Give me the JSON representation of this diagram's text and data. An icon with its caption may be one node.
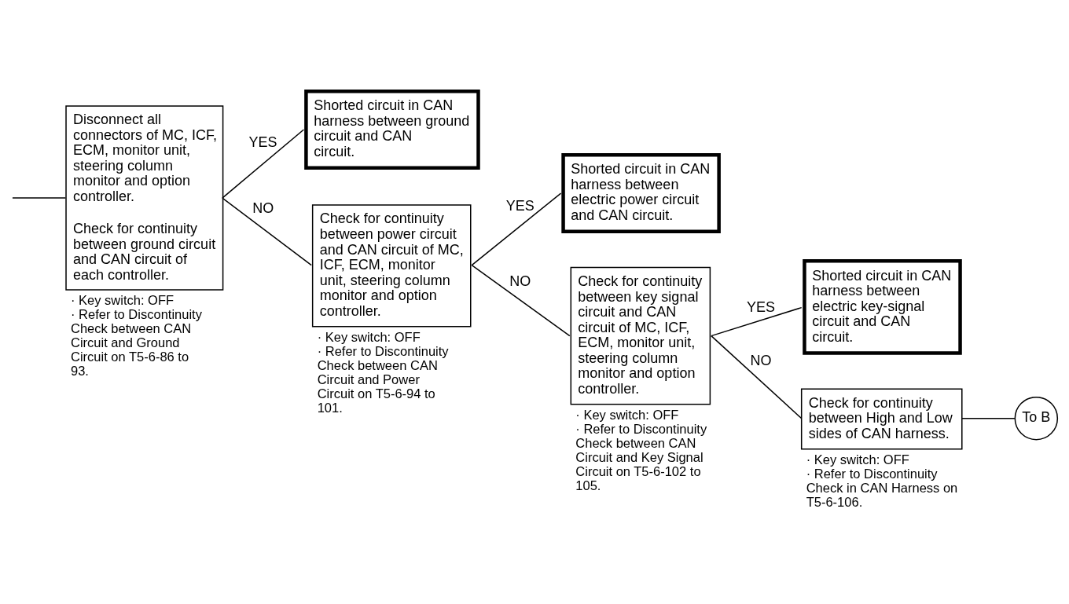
{
  "diagram": {
    "nodes": [
      {
        "text": [
          "Disconnect all connectors of MC, ICF, ECM, monitor unit, steering column monitor and option controller.",
          "Check for continuity between ground circuit and CAN circuit of each controller."
        ],
        "beside": [
          "· Key switch: OFF",
          "· Refer to Discontinuity Check between CAN Circuit and Ground Circuit on T5-6-86 to 93."
        ]
      },
      {
        "text": [
          "Shorted circuit in CAN harness between ground circuit and CAN circuit."
        ]
      },
      {
        "text": [
          "Check for continuity between power circuit and CAN circuit of MC, ICF, ECM, monitor unit, steering column monitor and option controller."
        ],
        "beside": [
          "· Key switch: OFF",
          "· Refer to Discontinuity Check between CAN Circuit and Power Circuit on T5-6-94 to 101."
        ]
      },
      {
        "text": [
          "Shorted circuit in CAN harness between electric power circuit and CAN circuit."
        ]
      },
      {
        "text": [
          "Check for continuity between key signal circuit and CAN circuit of MC, ICF, ECM, monitor unit, steering column monitor and option controller."
        ],
        "beside": [
          "· Key switch: OFF",
          "· Refer to Discontinuity Check between CAN Circuit and Key Signal Circuit on T5-6-102 to 105."
        ]
      },
      {
        "text": [
          "Shorted circuit in CAN harness between electric key-signal circuit and CAN circuit."
        ]
      },
      {
        "text": [
          "Check for continuity between High and Low sides of CAN harness."
        ],
        "beside": [
          "· Key switch: OFF",
          "· Refer to Discontinuity Check in CAN Harness on T5-6-106."
        ]
      },
      {
        "text": [
          "To B"
        ]
      }
    ],
    "edges": [
      {
        "from": null,
        "to": 0,
        "arrow": "none"
      },
      {
        "from": 0,
        "to": 1,
        "arrow": "none",
        "label": "YES"
      },
      {
        "from": 0,
        "to": 2,
        "arrow": "none",
        "label": "NO"
      },
      {
        "from": 2,
        "to": 3,
        "arrow": "none",
        "label": "YES"
      },
      {
        "from": 2,
        "to": 4,
        "arrow": "none",
        "label": "NO"
      },
      {
        "from": 4,
        "to": 5,
        "arrow": "none",
        "label": "YES"
      },
      {
        "from": 4,
        "to": 6,
        "arrow": "none",
        "label": "NO"
      },
      {
        "from": 6,
        "to": 7,
        "arrow": "none"
      }
    ]
  }
}
